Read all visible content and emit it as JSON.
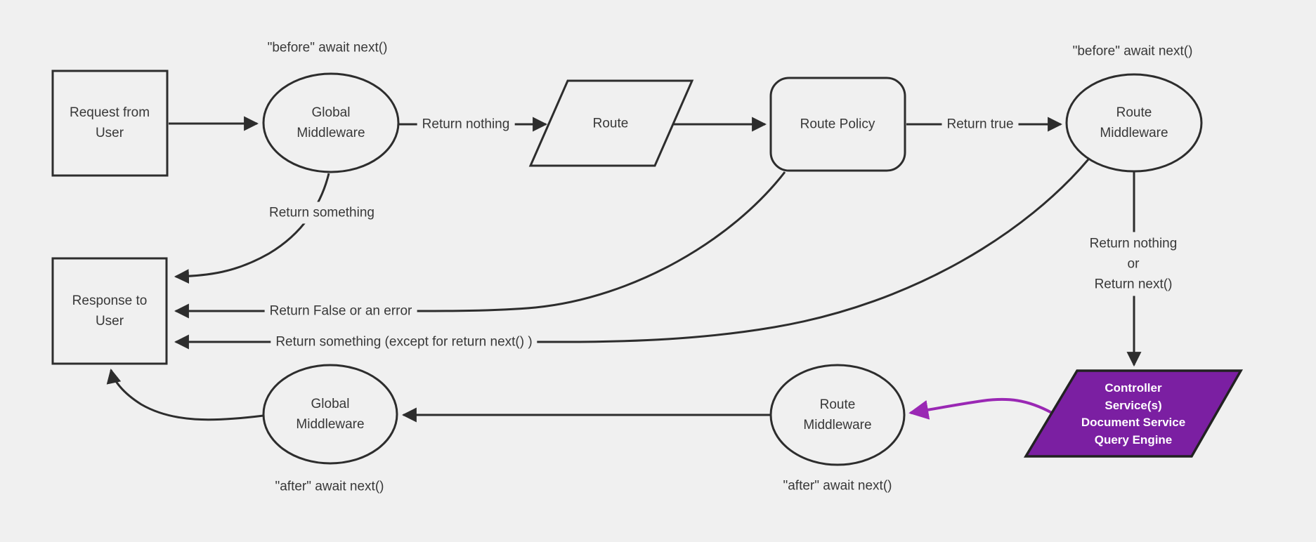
{
  "diagram_type": "flowchart",
  "colors": {
    "background": "#f0f0f0",
    "shape_stroke": "#2d2d2d",
    "edge_stroke": "#2d2d2d",
    "text": "#383838",
    "controller_fill": "#7b1fa2",
    "controller_text": "#ffffff",
    "purple_edge": "#9a28b4"
  },
  "nodes": {
    "request": {
      "label": "Request from User",
      "shape": "rectangle"
    },
    "global_middleware_top": {
      "label": "Global Middleware",
      "shape": "ellipse"
    },
    "route": {
      "label": "Route",
      "shape": "parallelogram"
    },
    "route_policy": {
      "label": "Route Policy",
      "shape": "rounded-rectangle"
    },
    "route_middleware_top": {
      "label": "Route Middleware",
      "shape": "ellipse"
    },
    "response": {
      "label": "Response to User",
      "shape": "rectangle"
    },
    "global_middleware_bottom": {
      "label": "Global Middleware",
      "shape": "ellipse"
    },
    "route_middleware_bottom": {
      "label": "Route Middleware",
      "shape": "ellipse"
    },
    "controller": {
      "shape": "parallelogram",
      "lines": [
        "Controller",
        "Service(s)",
        "Document Service",
        "Query Engine"
      ]
    }
  },
  "edge_labels": {
    "return_nothing": "Return nothing",
    "return_true": "Return true",
    "return_something": "Return something",
    "return_false": "Return False or an error",
    "return_something_except": "Return something (except for return next() )",
    "return_nothing_or_next": {
      "line1": "Return nothing",
      "line2": "or",
      "line3": "Return next()"
    }
  },
  "annotations": {
    "before_left": "\"before\" await next()",
    "before_right": "\"before\" await next()",
    "after_left": "\"after\" await next()",
    "after_middle": "\"after\" await next()"
  }
}
